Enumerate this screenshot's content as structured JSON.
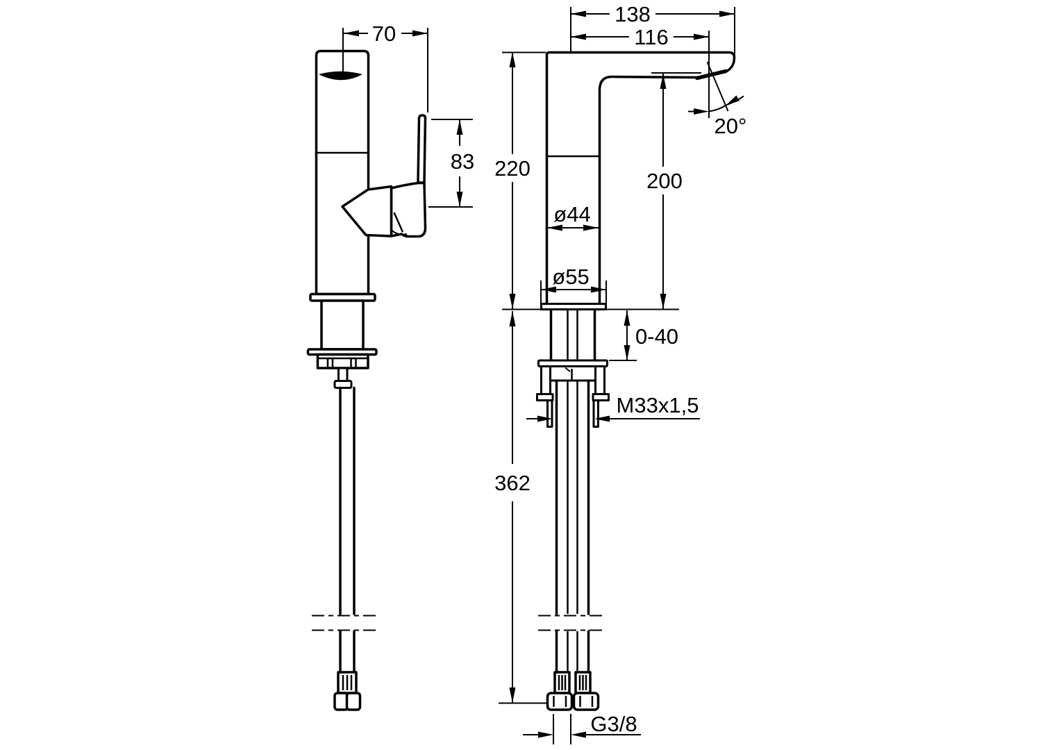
{
  "drawing": {
    "title": "Basin faucet dimensional drawing, two orthographic views",
    "background_color": "#ffffff",
    "line_color": "#000000",
    "units": "mm",
    "dims": {
      "handle_offset": "70",
      "handle_height": "83",
      "spout_reach_total": "138",
      "spout_reach_outlet": "116",
      "outlet_angle": "20°",
      "total_height": "220",
      "outlet_height": "200",
      "body_diameter": "ø44",
      "base_diameter": "ø55",
      "deck_range": "0-40",
      "shank_thread": "M33x1,5",
      "hose_length": "362",
      "hose_thread": "G3/8"
    }
  }
}
